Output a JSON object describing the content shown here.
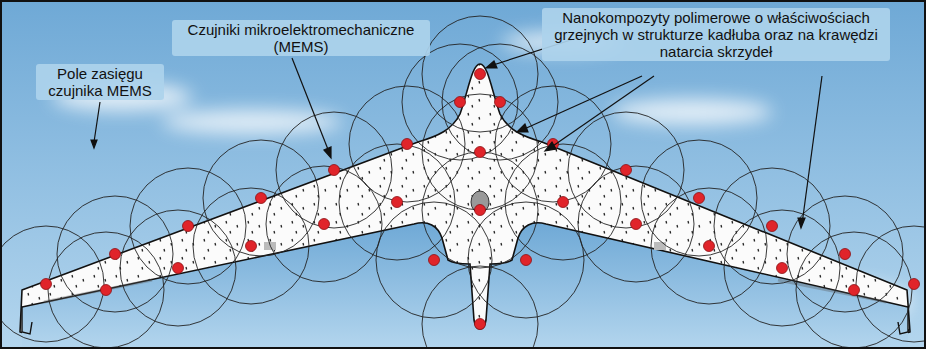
{
  "diagram": {
    "labels": [
      "Nanokompozyty polimerowe o właściwościach grzejnych w strukturze kadłuba oraz na krawędzi natarcia skrzydeł",
      "Czujniki mikroelektromechaniczne (MEMS)",
      "Pole zasięgu czujnika MEMS"
    ]
  }
}
